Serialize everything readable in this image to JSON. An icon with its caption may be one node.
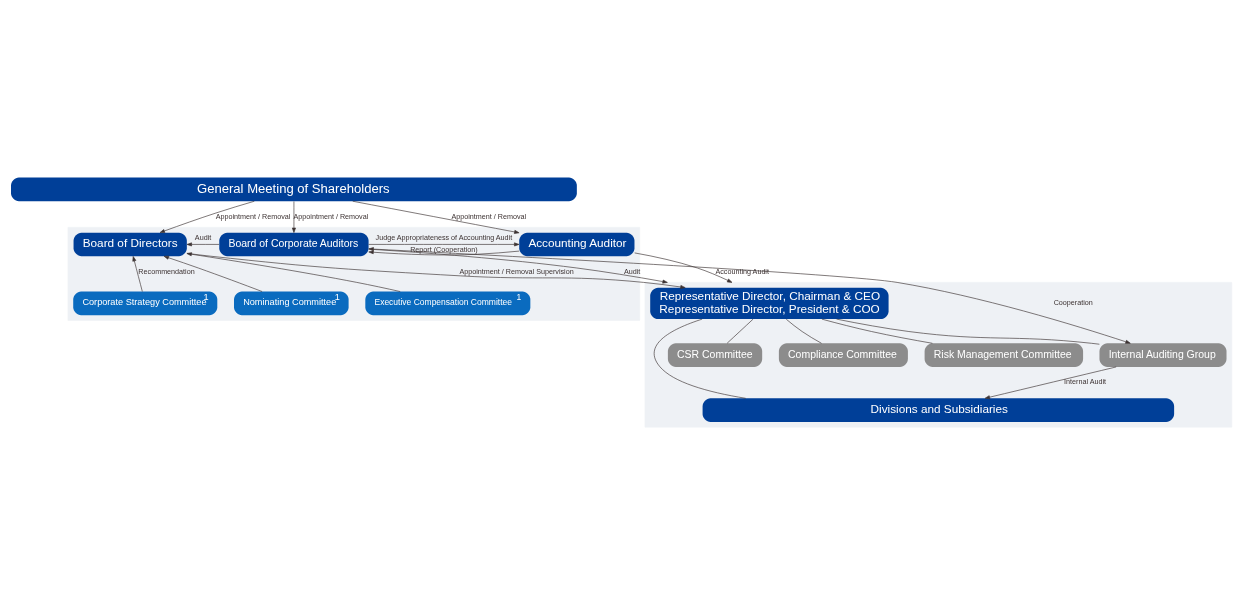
{
  "diagram": {
    "nodes": [
      {
        "text": [
          "General Meeting of Shareholders"
        ]
      },
      {
        "text": [],
        "shape": "box"
      },
      {
        "text": [
          "Board of Corporate Auditors"
        ],
        "in": 1
      },
      {
        "text": [
          "Board of Directors"
        ],
        "in": 1
      },
      {
        "text": [
          "Accounting Auditor"
        ],
        "in": 1
      },
      {
        "text": [
          "Corporate Strategy Committee$^{1}$"
        ],
        "in": 1
      },
      {
        "text": [
          "Nominating Committee$^{1}$"
        ],
        "in": 1
      },
      {
        "text": [
          "Executive Compensation Committee$^{1}$"
        ],
        "in": 1
      },
      {
        "text": [],
        "shape": "box"
      },
      {
        "text": [
          "Representative Director, Chairman & CEO",
          "Representative Director, President & COO"
        ],
        "in": 8
      },
      {
        "text": [
          "Internal Auditing Group"
        ],
        "in": 8
      },
      {
        "text": [
          "CSR Committee"
        ],
        "in": 8
      },
      {
        "text": [
          "Compliance Committee"
        ],
        "in": 8
      },
      {
        "text": [
          "Risk Management Committee"
        ],
        "in": 8
      },
      {
        "text": [
          "Divisions and Subsidiaries"
        ],
        "in": 8
      }
    ],
    "edges": [
      {
        "from": 0,
        "to": 2,
        "arrow": "to",
        "label": "Appointment / Removal"
      },
      {
        "from": 0,
        "to": 3,
        "arrow": "to",
        "label": "Appointment / Removal"
      },
      {
        "from": 0,
        "to": 4,
        "arrow": "to",
        "label": "Appointment / Removal"
      },
      {
        "from": 2,
        "to": 3,
        "arrow": "to",
        "label": "Audit"
      },
      {
        "from": 2,
        "to": 4,
        "arrow": "to",
        "label": "Judge Appropriateness of Accounting Audit"
      },
      {
        "from": 4,
        "to": 2,
        "arrow": "to",
        "label": "Report (Cooperation)"
      },
      {
        "from": 5,
        "to": 3,
        "arrow": "to",
        "label": "Recommendation"
      },
      {
        "from": 6,
        "to": 3,
        "arrow": "to"
      },
      {
        "from": 7,
        "to": 3,
        "arrow": "to"
      },
      {
        "from": 2,
        "to": 8,
        "arrow": "to",
        "label": "Audit"
      },
      {
        "from": 4,
        "to": 8,
        "arrow": "to",
        "label": "Accounting Audit"
      },
      {
        "from": 3,
        "to": 9,
        "arrow": "to",
        "label": "Appointment / Removal Supervision"
      },
      {
        "from": 2,
        "to": 10,
        "arrow": "both",
        "label": "Cooperation"
      },
      {
        "from": 9,
        "to": 10,
        "arrow": "none"
      },
      {
        "from": 10,
        "to": 14,
        "arrow": "to",
        "label": "Internal Audit"
      },
      {
        "from": 9,
        "to": 14,
        "arrow": "none"
      },
      {
        "from": 9,
        "to": 11,
        "arrow": "none"
      },
      {
        "from": 9,
        "to": 12,
        "arrow": "none"
      },
      {
        "from": 9,
        "to": 13,
        "arrow": "none"
      }
    ]
  }
}
